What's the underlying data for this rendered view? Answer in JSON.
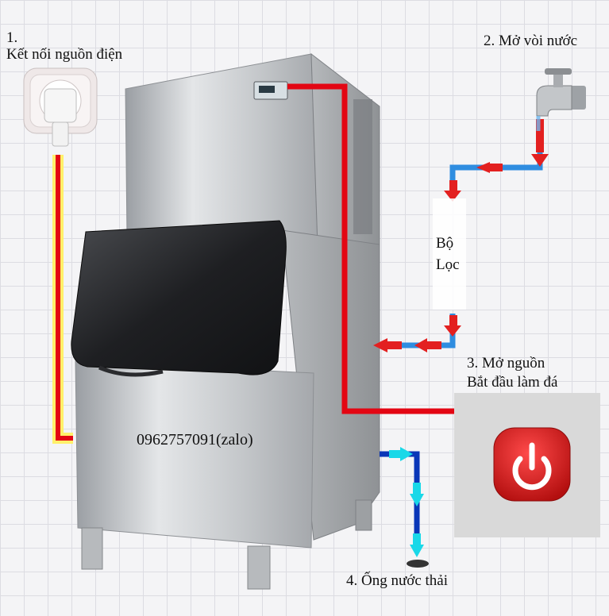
{
  "steps": {
    "step1_number": "1.",
    "step1_text": "Kết nối nguồn điện",
    "step2": "2. Mở vòi nước",
    "filter_line1": "Bộ",
    "filter_line2": "Lọc",
    "step3_line1": "3. Mở nguồn",
    "step3_line2": "Bắt đầu làm đá",
    "step4": "4. Ống nước thải"
  },
  "contact": {
    "phone": "0962757091(zalo)"
  },
  "colors": {
    "power_line": "#e30613",
    "water_in": "#2f8de0",
    "drain": "#0a37b8",
    "arrow": "#e32020",
    "drain_arrow": "#19d8e8",
    "power_button": "#d81e1e"
  },
  "icons": {
    "socket": "wall-socket-icon",
    "faucet": "faucet-icon",
    "power": "power-icon"
  }
}
